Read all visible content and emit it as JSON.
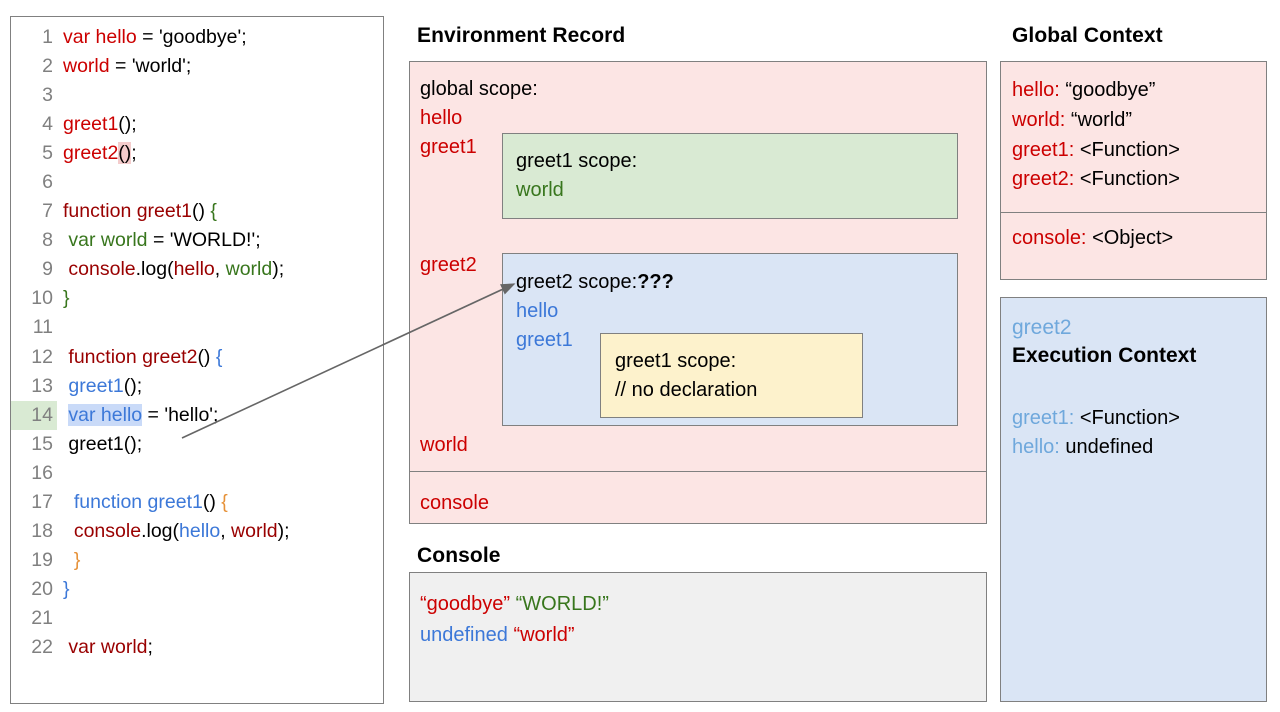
{
  "code_panel": {
    "lines": [
      {
        "n": "1",
        "tokens": [
          {
            "t": "var hello",
            "c": "red"
          },
          {
            "t": " = 'goodbye';",
            "c": "black"
          }
        ]
      },
      {
        "n": "2",
        "tokens": [
          {
            "t": "world",
            "c": "red"
          },
          {
            "t": " = 'world';",
            "c": "black"
          }
        ]
      },
      {
        "n": "3",
        "tokens": []
      },
      {
        "n": "4",
        "tokens": [
          {
            "t": "greet1",
            "c": "red"
          },
          {
            "t": "();",
            "c": "black"
          }
        ]
      },
      {
        "n": "5",
        "tokens": [
          {
            "t": "greet2",
            "c": "red"
          },
          {
            "t": "()",
            "c": "black",
            "hl": "pink"
          },
          {
            "t": ";",
            "c": "black"
          }
        ]
      },
      {
        "n": "6",
        "tokens": []
      },
      {
        "n": "7",
        "tokens": [
          {
            "t": "function greet1",
            "c": "dred"
          },
          {
            "t": "() ",
            "c": "black"
          },
          {
            "t": "{",
            "c": "green"
          }
        ]
      },
      {
        "n": "8",
        "tokens": [
          {
            "t": " var world",
            "c": "green"
          },
          {
            "t": " = 'WORLD!';",
            "c": "black"
          }
        ]
      },
      {
        "n": "9",
        "tokens": [
          {
            "t": " console",
            "c": "dred"
          },
          {
            "t": ".log(",
            "c": "black"
          },
          {
            "t": "hello",
            "c": "dred"
          },
          {
            "t": ", ",
            "c": "black"
          },
          {
            "t": "world",
            "c": "green"
          },
          {
            "t": ");",
            "c": "black"
          }
        ]
      },
      {
        "n": "10",
        "tokens": [
          {
            "t": "}",
            "c": "green"
          }
        ]
      },
      {
        "n": "11",
        "tokens": []
      },
      {
        "n": "12",
        "tokens": [
          {
            "t": " function greet2",
            "c": "dred"
          },
          {
            "t": "() ",
            "c": "black"
          },
          {
            "t": "{",
            "c": "blue"
          }
        ]
      },
      {
        "n": "13",
        "tokens": [
          {
            "t": " greet1",
            "c": "blue"
          },
          {
            "t": "();",
            "c": "black"
          }
        ]
      },
      {
        "n": "14",
        "tokens": [
          {
            "t": " ",
            "c": "black"
          },
          {
            "t": "var hello",
            "c": "blue",
            "hl": "blue"
          },
          {
            "t": " = 'hello';",
            "c": "black"
          }
        ],
        "line_hl": true
      },
      {
        "n": "15",
        "tokens": [
          {
            "t": " greet1();",
            "c": "black"
          }
        ]
      },
      {
        "n": "16",
        "tokens": []
      },
      {
        "n": "17",
        "tokens": [
          {
            "t": "  function greet1",
            "c": "blue"
          },
          {
            "t": "() ",
            "c": "black"
          },
          {
            "t": "{",
            "c": "orange"
          }
        ]
      },
      {
        "n": "18",
        "tokens": [
          {
            "t": "  console",
            "c": "dred"
          },
          {
            "t": ".log(",
            "c": "black"
          },
          {
            "t": "hello",
            "c": "blue"
          },
          {
            "t": ", ",
            "c": "black"
          },
          {
            "t": "world",
            "c": "dred"
          },
          {
            "t": ");",
            "c": "black"
          }
        ]
      },
      {
        "n": "19",
        "tokens": [
          {
            "t": "  }",
            "c": "orange"
          }
        ]
      },
      {
        "n": "20",
        "tokens": [
          {
            "t": "}",
            "c": "blue"
          }
        ]
      },
      {
        "n": "21",
        "tokens": []
      },
      {
        "n": "22",
        "tokens": [
          {
            "t": " var world",
            "c": "dred"
          },
          {
            "t": ";",
            "c": "black"
          }
        ]
      }
    ]
  },
  "environment_record": {
    "heading": "Environment Record",
    "global_scope_label": "global scope:",
    "global_bindings_top": [
      "hello",
      "greet1"
    ],
    "greet2_binding": "greet2",
    "world_binding": "world",
    "console_binding": "console",
    "greet1_scope": {
      "title": "greet1 scope:",
      "binding": "world"
    },
    "greet2_scope": {
      "title": "greet2 scope:",
      "marker": "???",
      "bindings": [
        "hello",
        "greet1"
      ],
      "inner_greet1_scope": {
        "title": "greet1 scope:",
        "note": "// no declaration"
      }
    }
  },
  "console": {
    "heading": "Console",
    "line1": [
      {
        "t": "“goodbye”",
        "c": "#cc0000"
      },
      {
        "t": " ",
        "c": "#000000"
      },
      {
        "t": "“WORLD!”",
        "c": "#38761d"
      }
    ],
    "line2": [
      {
        "t": "undefined",
        "c": "#3c78d8"
      },
      {
        "t": " ",
        "c": "#000000"
      },
      {
        "t": "“world”",
        "c": "#cc0000"
      }
    ]
  },
  "global_context": {
    "heading": "Global Context",
    "rows": [
      {
        "key": "hello: ",
        "value": "“goodbye”"
      },
      {
        "key": "world: ",
        "value": "“world”"
      },
      {
        "key": "greet1: ",
        "value": "<Function>"
      },
      {
        "key": "greet2: ",
        "value": "<Function>"
      }
    ],
    "console_row": {
      "key": "console: ",
      "value": "<Object>"
    }
  },
  "execution_context": {
    "name": "greet2",
    "title": "Execution Context",
    "rows": [
      {
        "key": "greet1: ",
        "value": "<Function>"
      },
      {
        "key": "hello: ",
        "value": "undefined"
      }
    ]
  },
  "colors": {
    "red": "#cc0000",
    "dark_red": "#990000",
    "blue": "#3c78d8",
    "light_blue": "#6fa8dc",
    "green": "#38761d",
    "orange": "#e69138",
    "pink_bg": "#fce5e4",
    "green_bg": "#d9ead3",
    "blue_bg": "#dae5f5",
    "yellow_bg": "#fdf2cc",
    "console_bg": "#f0f0f0",
    "border": "#808080"
  }
}
